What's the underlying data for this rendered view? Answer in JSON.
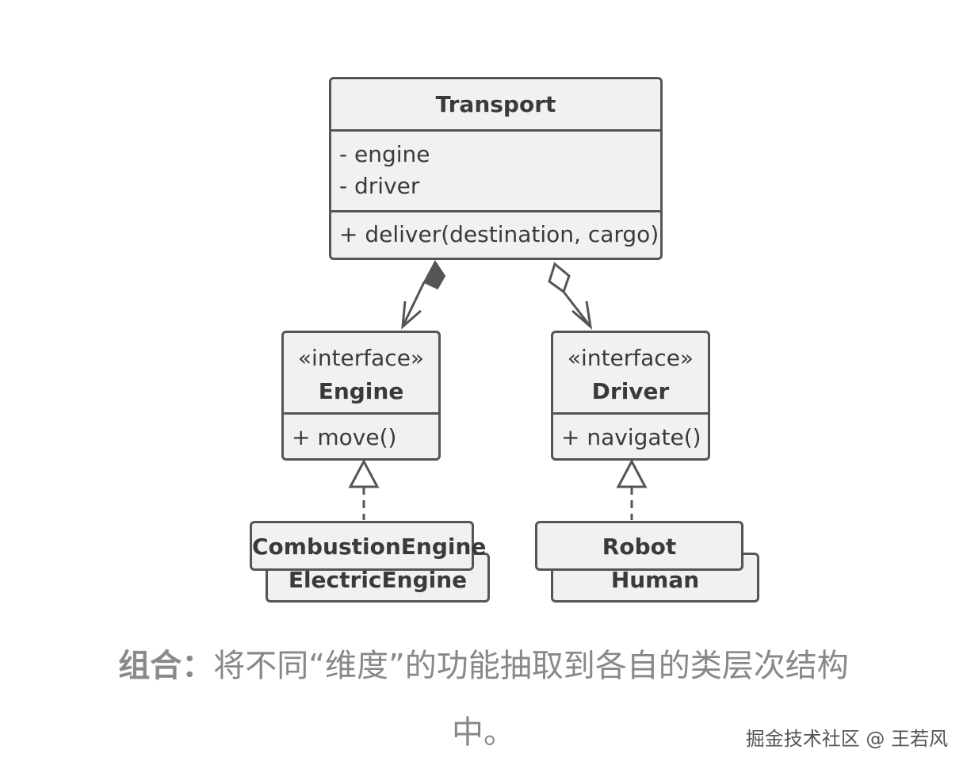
{
  "transport": {
    "name": "Transport",
    "fields": [
      "- engine",
      "- driver"
    ],
    "methods": [
      "+ deliver(destination, cargo)"
    ]
  },
  "engine": {
    "stereotype": "«interface»",
    "name": "Engine",
    "methods": [
      "+ move()"
    ]
  },
  "driver": {
    "stereotype": "«interface»",
    "name": "Driver",
    "methods": [
      "+ navigate()"
    ]
  },
  "engine_impls": [
    "CombustionEngine",
    "ElectricEngine"
  ],
  "driver_impls": [
    "Robot",
    "Human"
  ],
  "relations": {
    "transport_engine": "composition",
    "transport_driver": "aggregation",
    "engine_impl": "realization",
    "driver_impl": "realization"
  },
  "caption": {
    "label": "组合：",
    "text_line1": "将不同“维度”的功能抽取到各自的类层次结构",
    "text_line2": "中。"
  },
  "watermark": "掘金技术社区 @ 王若风",
  "colors": {
    "box_fill": "#f1f1f1",
    "stroke": "#555555",
    "caption_text": "#888888"
  }
}
